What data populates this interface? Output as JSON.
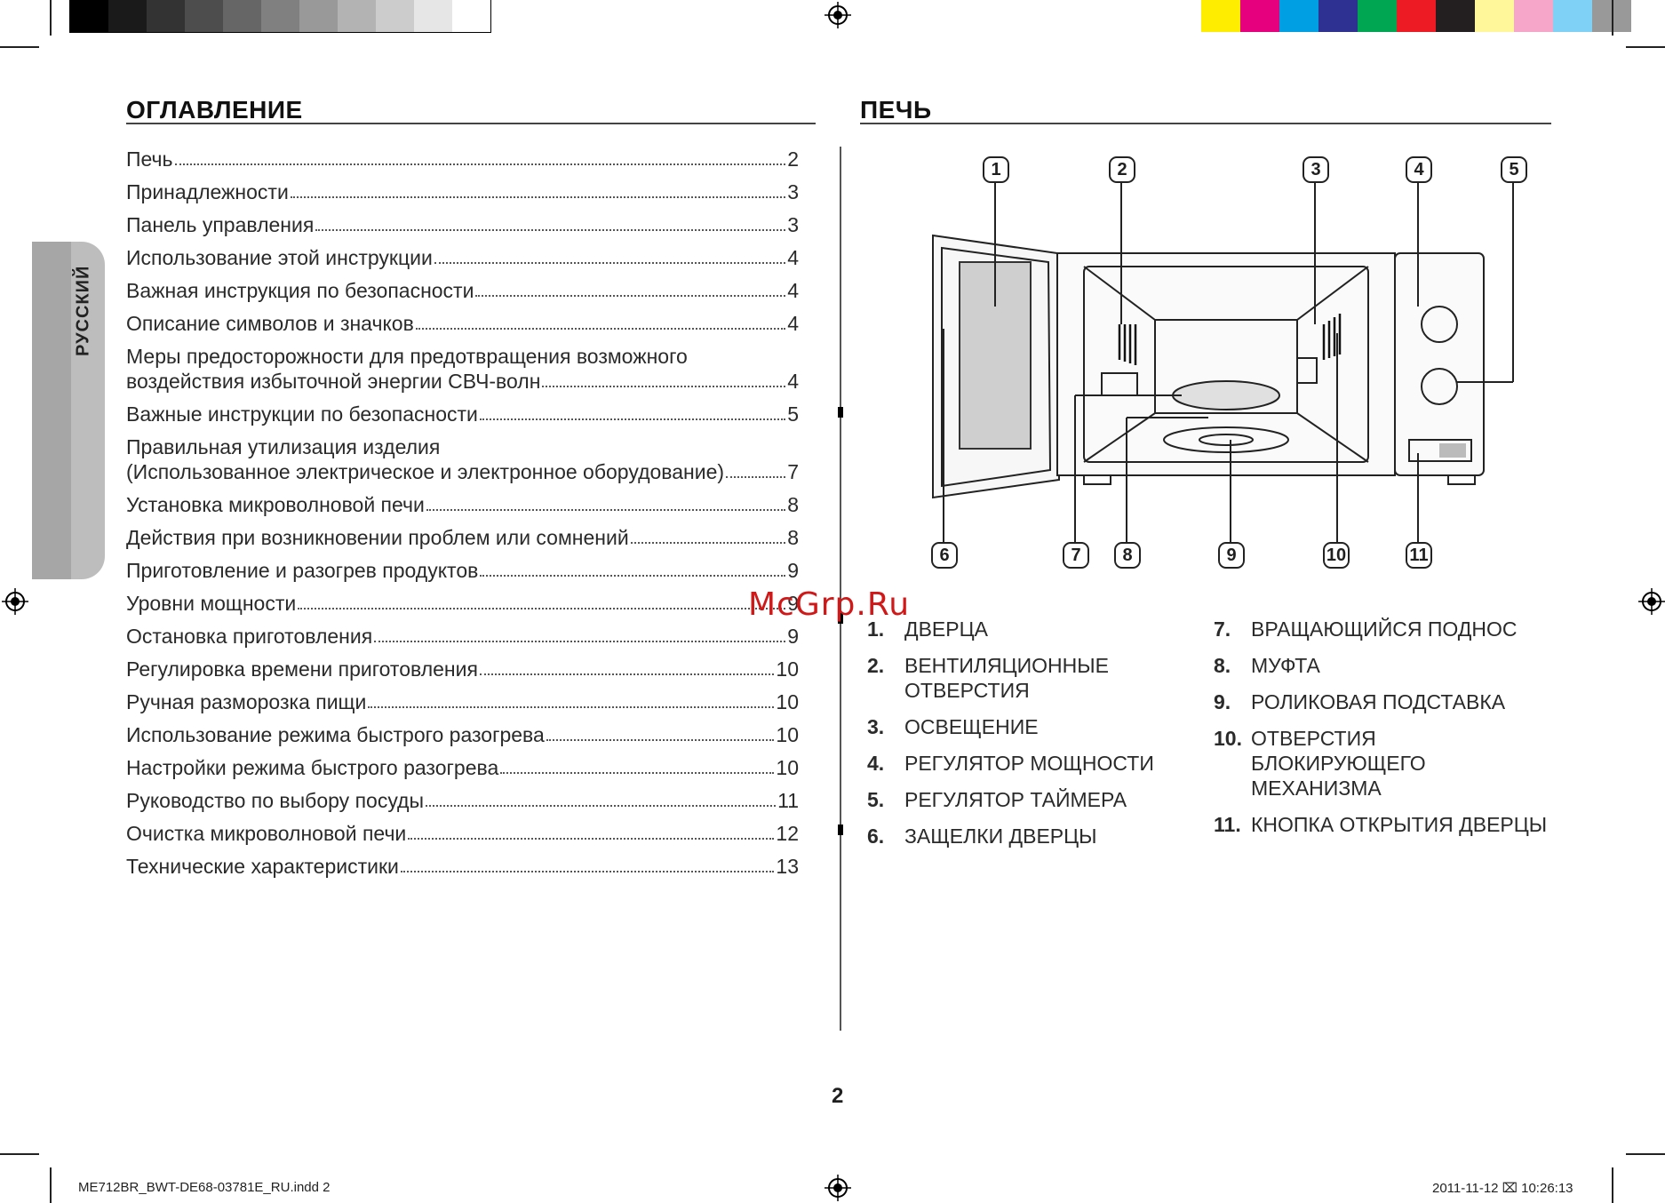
{
  "colors": {
    "grayscale": [
      "#000000",
      "#1a1a1a",
      "#333333",
      "#4d4d4d",
      "#666666",
      "#808080",
      "#999999",
      "#b3b3b3",
      "#cccccc",
      "#e6e6e6",
      "#ffffff"
    ],
    "process": [
      "#ffed00",
      "#e6007e",
      "#009fe3",
      "#2e3192",
      "#00a651",
      "#ed1c24",
      "#231f20",
      "#fff799",
      "#f6a6c9",
      "#7fd1f5",
      "#999999"
    ],
    "tab": "#bdbdbd",
    "watermark": "#d01818"
  },
  "toc": {
    "title": "ОГЛАВЛЕНИЕ",
    "items": [
      {
        "text": "Печь",
        "page": "2"
      },
      {
        "text": "Принадлежности",
        "page": "3"
      },
      {
        "text": "Панель управления",
        "page": "3"
      },
      {
        "text": "Использование этой инструкции",
        "page": "4"
      },
      {
        "text": "Важная инструкция по безопасности",
        "page": "4"
      },
      {
        "text": "Описание символов и значков",
        "page": "4"
      },
      {
        "line1": "Меры предосторожности для предотвращения возможного",
        "text": "воздействия избыточной энергии СВЧ-волн",
        "page": "4"
      },
      {
        "text": "Важные инструкции по безопасности",
        "page": "5"
      },
      {
        "line1": "Правильная утилизация изделия",
        "text": "(Использованное электрическое и электронное оборудование)",
        "page": "7"
      },
      {
        "text": "Установка микроволновой печи",
        "page": "8"
      },
      {
        "text": "Действия при возникновении проблем или сомнений",
        "page": "8"
      },
      {
        "text": "Приготовление и разогрев продуктов",
        "page": "9"
      },
      {
        "text": "Уровни мощности",
        "page": "9"
      },
      {
        "text": "Остановка приготовления",
        "page": "9"
      },
      {
        "text": "Регулировка времени приготовления",
        "page": "10"
      },
      {
        "text": "Ручная разморозка пищи",
        "page": "10"
      },
      {
        "text": "Использование режима быстрого разогрева",
        "page": "10"
      },
      {
        "text": "Настройки режима быстрого разогрева",
        "page": "10"
      },
      {
        "text": "Руководство по выбору посуды",
        "page": "11"
      },
      {
        "text": "Очистка микроволновой печи",
        "page": "12"
      },
      {
        "text": "Технические характеристики",
        "page": "13"
      }
    ]
  },
  "side_tab": {
    "label": "РУССКИЙ"
  },
  "oven": {
    "title": "ПЕЧЬ",
    "callouts": [
      "1",
      "2",
      "3",
      "4",
      "5",
      "6",
      "7",
      "8",
      "9",
      "10",
      "11"
    ],
    "parts_left": [
      {
        "num": "1.",
        "label": "ДВЕРЦА"
      },
      {
        "num": "2.",
        "label": "ВЕНТИЛЯЦИОННЫЕ ОТВЕРСТИЯ"
      },
      {
        "num": "3.",
        "label": "ОСВЕЩЕНИЕ"
      },
      {
        "num": "4.",
        "label": "РЕГУЛЯТОР МОЩНОСТИ"
      },
      {
        "num": "5.",
        "label": "РЕГУЛЯТОР ТАЙМЕРА"
      },
      {
        "num": "6.",
        "label": "ЗАЩЕЛКИ ДВЕРЦЫ"
      }
    ],
    "parts_right": [
      {
        "num": "7.",
        "label": "ВРАЩАЮЩИЙСЯ ПОДНОС"
      },
      {
        "num": "8.",
        "label": "МУФТА"
      },
      {
        "num": "9.",
        "label": "РОЛИКОВАЯ ПОДСТАВКА"
      },
      {
        "num": "10.",
        "label": "ОТВЕРСТИЯ БЛОКИРУЮЩЕГО МЕХАНИЗМА"
      },
      {
        "num": "11.",
        "label": "КНОПКА ОТКРЫТИЯ ДВЕРЦЫ"
      }
    ]
  },
  "watermark": "McGrp.Ru",
  "page_number": "2",
  "footer": {
    "file": "ME712BR_BWT-DE68-03781E_RU.indd   2",
    "timestamp": "2011-11-12   ⌧ 10:26:13"
  }
}
